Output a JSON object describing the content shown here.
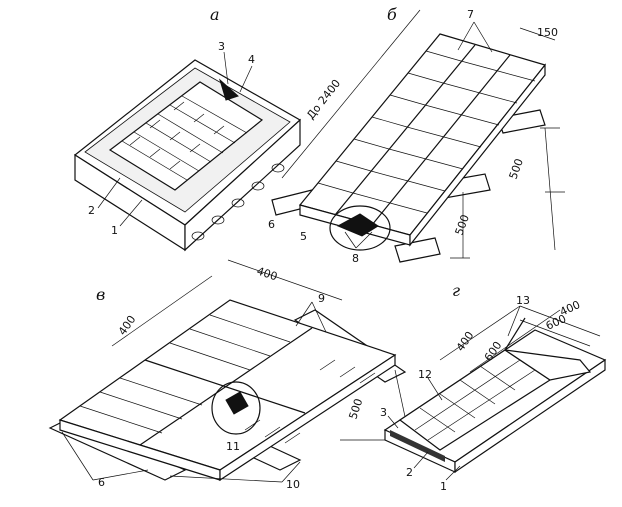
{
  "panels": {
    "a": {
      "letter": "а",
      "callouts": [
        "3",
        "4",
        "2",
        "1"
      ]
    },
    "b": {
      "letter": "б",
      "dims": {
        "length": "До 2400",
        "width": "150",
        "span1": "500",
        "span2": "500"
      },
      "callouts": [
        "7",
        "6",
        "5",
        "8"
      ]
    },
    "v": {
      "letter": "в",
      "dims": {
        "top": "400",
        "left": "400",
        "right": "500"
      },
      "callouts": [
        "9",
        "11",
        "6",
        "10"
      ]
    },
    "g": {
      "letter": "г",
      "dims": {
        "d400a": "400",
        "d600a": "600",
        "d400b": "400",
        "d600b": "600"
      },
      "callouts": [
        "13",
        "12",
        "3",
        "2",
        "1"
      ]
    }
  }
}
